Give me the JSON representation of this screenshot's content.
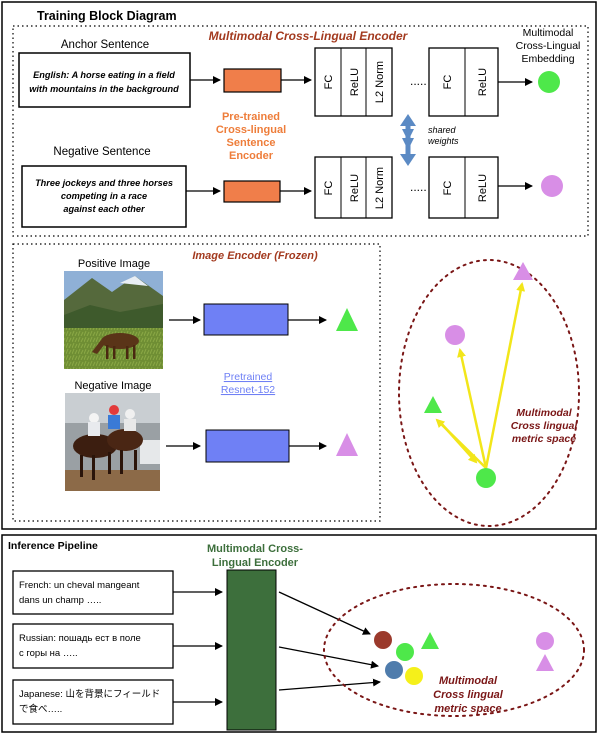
{
  "training": {
    "title": "Training Block Diagram",
    "encoder_title": "Multimodal Cross-Lingual Encoder",
    "anchor_heading": "Anchor Sentence",
    "anchor_text": [
      "English: A horse eating in a field",
      "with mountains in the background"
    ],
    "negative_heading": "Negative Sentence",
    "negative_text": [
      "Three jockeys and three horses",
      "competing in a race",
      "against each other"
    ],
    "pretrained_label": [
      "Pre-trained",
      "Cross-lingual",
      "Sentence",
      "Encoder"
    ],
    "layer_fc": "FC",
    "layer_relu": "ReLU",
    "layer_l2": "L2 Norm",
    "dots": ".....",
    "shared_weights": [
      "shared",
      "weights"
    ],
    "embedding_label": [
      "Multimodal",
      "Cross-Lingual",
      "Embedding"
    ],
    "image_encoder_title": "Image Encoder (Frozen)",
    "positive_image_label": "Positive Image",
    "negative_image_label": "Negative Image",
    "resnet_label": [
      "Pretrained",
      "Resnet-152"
    ],
    "metric_space_label": [
      "Multimodal",
      "Cross lingual",
      "metric space"
    ]
  },
  "inference": {
    "title": "Inference Pipeline",
    "encoder_title": [
      "Multimodal Cross-",
      "Lingual Encoder"
    ],
    "french": [
      "French: un cheval mangeant",
      "dans un champ ….."
    ],
    "russian": [
      "Russian: пошадь ест в поле",
      "с горы на ….."
    ],
    "japanese": [
      "Japanese: 山を背景にフィールド",
      "で食べ….."
    ],
    "metric_space_label": [
      "Multimodal",
      "Cross lingual",
      "metric space"
    ]
  },
  "colors": {
    "encoder_orange": "#f07e4a",
    "resnet_blue": "#6f80f5",
    "green": "#4ee84a",
    "violet": "#d88ee6",
    "arrow_yellow": "#f2e61a",
    "shared_arrow": "#5b8ac4",
    "encoder_title_red": "#a33a1f",
    "pretrained_orange": "#ee7d3a",
    "metric_red": "#7a1616",
    "inference_green": "#3d6f3c",
    "brown": "#9b3a2c",
    "steel_blue": "#4f7cac",
    "yellow": "#f5f01a"
  }
}
